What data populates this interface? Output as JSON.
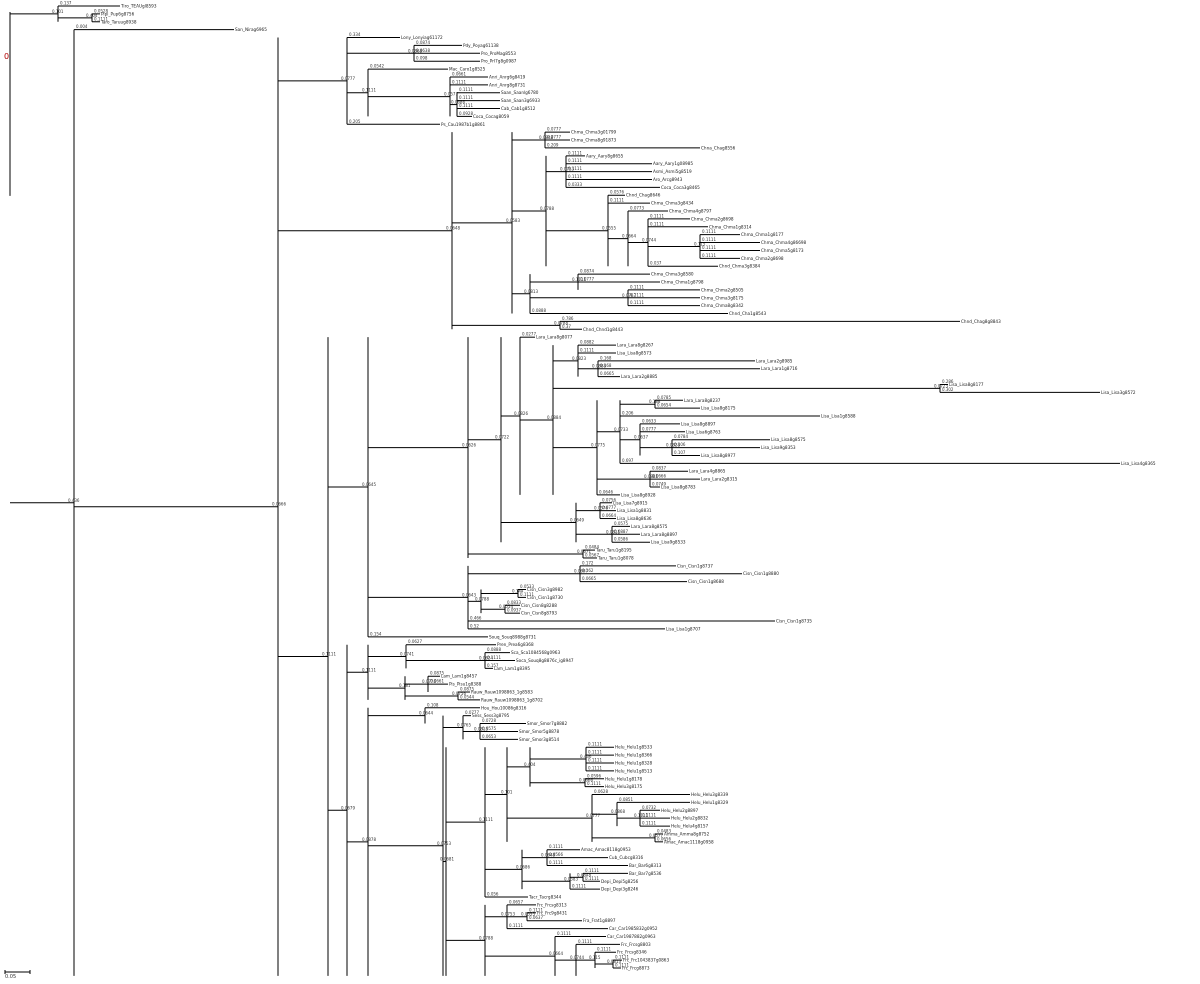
{
  "scale_bar": {
    "label": "0.05"
  },
  "root_marker": {
    "label": "0"
  },
  "leaves": [
    {
      "name": "Tiro_TEAUgl8593",
      "support": "0.137"
    },
    {
      "name": "Pipi_Pup6g8756",
      "support": "0.0528"
    },
    {
      "name": "Taro_Taruug8938",
      "support": "0.1111"
    },
    {
      "name": "San_Nirag6965",
      "support": "0.004"
    },
    {
      "name": "Lony_Lonyiag61172",
      "support": "0.334"
    },
    {
      "name": "Pdy_Poyag61138",
      "support": "0.0874"
    },
    {
      "name": "Pro_ProMag8553",
      "support": "0.0638"
    },
    {
      "name": "Pro_PrI7g8g0987",
      "support": "0.098"
    },
    {
      "name": "Mac_Caro1g8525",
      "support": "0.0542"
    },
    {
      "name": "Anri_Anrg6g8419",
      "support": "0.0661"
    },
    {
      "name": "Anri_Anrg8g8731",
      "support": "0.1111"
    },
    {
      "name": "Saan_Saanlg6780",
      "support": "0.1111"
    },
    {
      "name": "Saan_Saan3g6933",
      "support": "0.1111"
    },
    {
      "name": "Cab_Cab1g8512",
      "support": "0.1111"
    },
    {
      "name": "Coca_Cocag8059",
      "support": "0.0928"
    },
    {
      "name": "Ps_Cau1987b1g8861",
      "support": "0.205"
    },
    {
      "name": "Chma_Chma3g01799",
      "support": "0.0777"
    },
    {
      "name": "Chma_Chma8g91873",
      "support": "0.0777"
    },
    {
      "name": "Chna_Chag8556",
      "support": "0.209"
    },
    {
      "name": "Aary_Aary8g8655",
      "support": "0.1111"
    },
    {
      "name": "Aary_Aary1g08985",
      "support": "0.1111"
    },
    {
      "name": "Asmi_Asmi5g8519",
      "support": "0.1111"
    },
    {
      "name": "Aro_Arcg8943",
      "support": "0.1111"
    },
    {
      "name": "Coca_Coca3g8465",
      "support": "0.0333"
    },
    {
      "name": "Chnd_Chag8646",
      "support": "0.0576"
    },
    {
      "name": "Chma_Chma3g8434",
      "support": "0.1111"
    },
    {
      "name": "Chma_Chma4g8797",
      "support": "0.0773"
    },
    {
      "name": "Chma_Chma2g8698",
      "support": "0.1111"
    },
    {
      "name": "Chma_Chma1g8314",
      "support": "0.1111"
    },
    {
      "name": "Chma_Chma1g8177",
      "support": "0.1111"
    },
    {
      "name": "Chma_Chma4g86698",
      "support": "0.1111"
    },
    {
      "name": "Chma_Chma5g8173",
      "support": "0.1111"
    },
    {
      "name": "Chma_Chma2g8698",
      "support": "0.1111"
    },
    {
      "name": "Chnd_Chma3g8384",
      "support": "0.037"
    },
    {
      "name": "Chma_Chma3g8580",
      "support": "0.0874"
    },
    {
      "name": "Chma_Chma1g8798",
      "support": "0.0777"
    },
    {
      "name": "Chma_Chma2g8505",
      "support": "0.1111"
    },
    {
      "name": "Chma_Chma3g8175",
      "support": "0.1111"
    },
    {
      "name": "Chma_Chma8g8342",
      "support": "0.1111"
    },
    {
      "name": "Chnd_Cha1g8543",
      "support": "0.0888"
    },
    {
      "name": "Chnd_Chag8g8843",
      "support": "0.786"
    },
    {
      "name": "Chnd_Chnd1g8443",
      "support": "0.37"
    },
    {
      "name": "Lara_Lara8g8077",
      "support": "0.0277"
    },
    {
      "name": "Lara_Lara8g8267",
      "support": "0.0882"
    },
    {
      "name": "Lisa_Lisa8g8573",
      "support": "0.1111"
    },
    {
      "name": "Lara_Lara2g8985",
      "support": "0.168"
    },
    {
      "name": "Lara_Lara1g8716",
      "support": "0.168"
    },
    {
      "name": "Lara_Lara2g8885",
      "support": "0.0665"
    },
    {
      "name": "Lisa_Lisa8g8177",
      "support": "0.286"
    },
    {
      "name": "Lisa_Lisa3g8572",
      "support": "0.302"
    },
    {
      "name": "Lara_Lara8g8237",
      "support": "0.0785"
    },
    {
      "name": "Lisa_Lisa8g8175",
      "support": "0.0654"
    },
    {
      "name": "Lisa_Lisa1g8588",
      "support": "0.206"
    },
    {
      "name": "Lisa_Lisa8g8897",
      "support": "0.0633"
    },
    {
      "name": "Lisa_Lisa6g8763",
      "support": "0.0777"
    },
    {
      "name": "Lisa_Lisa8g8575",
      "support": "0.0784"
    },
    {
      "name": "Lisa_Lisa9g8353",
      "support": "0.106"
    },
    {
      "name": "Lisa_Lisa8g8977",
      "support": "0.107"
    },
    {
      "name": "Lisa_Lisa4g8365",
      "support": "0.697"
    },
    {
      "name": "Lara_Lara4g8865",
      "support": "0.0837"
    },
    {
      "name": "Lara_Lara2g8315",
      "support": "0.0666"
    },
    {
      "name": "Lisa_Lisa8g8783",
      "support": "0.0749"
    },
    {
      "name": "Lisa_Lisa8g8928",
      "support": "0.0646"
    },
    {
      "name": "Lisa_Lisa7g8915",
      "support": "0.0756"
    },
    {
      "name": "Lisa_Lisa1g8831",
      "support": "0.0777"
    },
    {
      "name": "Lisa_Lisa8g8636",
      "support": "0.0664"
    },
    {
      "name": "Lara_Lara8g8575",
      "support": "0.0575"
    },
    {
      "name": "Lara_Lara8g8897",
      "support": "0.0887"
    },
    {
      "name": "Lisa_Lisa9g8533",
      "support": "0.0586"
    },
    {
      "name": "Taru_Taru1g8195",
      "support": "0.0484"
    },
    {
      "name": "Taru_Taru1g8078",
      "support": "0.0567"
    },
    {
      "name": "Cisn_Cisn1g8737",
      "support": "0.172"
    },
    {
      "name": "Cisn_Cisn1g8880",
      "support": "0.162"
    },
    {
      "name": "Cisn_Cisn1g8688",
      "support": "0.0665"
    },
    {
      "name": "Cisn_Cisn3g8982",
      "support": "0.0533"
    },
    {
      "name": "Cisn_Cisn1g8730",
      "support": "0.1111"
    },
    {
      "name": "Cisn_Cisn8g8288",
      "support": "0.0833"
    },
    {
      "name": "Cisn_Cisn8g8793",
      "support": "0.0937"
    },
    {
      "name": "Cisn_Cisn1g8735",
      "support": "0.466"
    },
    {
      "name": "Lisa_Lisa1g8707",
      "support": "0.52"
    },
    {
      "name": "Souq_Souq8988g8731",
      "support": "0.154"
    },
    {
      "name": "Pren_Prea6g8368",
      "support": "0.0627"
    },
    {
      "name": "Sca_Sca1084568g0963",
      "support": "0.0888"
    },
    {
      "name": "Soca_Souq8g8876c_ig8947",
      "support": "0.1111"
    },
    {
      "name": "Lam_Lam1g8395",
      "support": "0.157"
    },
    {
      "name": "Lam_Lam1g8457",
      "support": "0.0875"
    },
    {
      "name": "Pis_Pisu1g8388",
      "support": "0.0661"
    },
    {
      "name": "Rauw_Rauw1098863_1g8583",
      "support": "0.0875"
    },
    {
      "name": "Rauw_Rauw1098863_1g8702",
      "support": "0.0544"
    },
    {
      "name": "Hou_Hou10086g8316",
      "support": "0.108"
    },
    {
      "name": "Sess_Sess3g8795",
      "support": "0.0777"
    },
    {
      "name": "Smor_Smor7g8882",
      "support": "0.0728"
    },
    {
      "name": "Smor_Smor5g8878",
      "support": "0.0575"
    },
    {
      "name": "Smor_Smor3g8514",
      "support": "0.0653"
    },
    {
      "name": "Helu_Helu1g8533",
      "support": "0.1111"
    },
    {
      "name": "Helu_Helu1g8366",
      "support": "0.1111"
    },
    {
      "name": "Helu_Helu1g8328",
      "support": "0.1111"
    },
    {
      "name": "Helu_Helu1g8513",
      "support": "0.1111"
    },
    {
      "name": "Helu_Helu1g8178",
      "support": "0.0596"
    },
    {
      "name": "Helu_Helu3g8175",
      "support": "0.1111"
    },
    {
      "name": "Helu_Helu3g8339",
      "support": "0.0628"
    },
    {
      "name": "Helu_Helu1g8329",
      "support": "0.0851"
    },
    {
      "name": "Helu_Helu2g8897",
      "support": "0.0732"
    },
    {
      "name": "Helu_Helu2g8832",
      "support": "0.1111"
    },
    {
      "name": "Helu_Helu4g8157",
      "support": "0.1111"
    },
    {
      "name": "Amma_Amma8g8752",
      "support": "0.0483"
    },
    {
      "name": "Amac_Amac1118g0958",
      "support": "0.0656"
    },
    {
      "name": "Amac_Amac8118g0953",
      "support": "0.1111"
    },
    {
      "name": "Cub_Cubcg8316",
      "support": "0.0566"
    },
    {
      "name": "Bar_Bar6g8313",
      "support": "0.1111"
    },
    {
      "name": "Bar_Bar7g8536",
      "support": "0.1111"
    },
    {
      "name": "Depi_Depi5g8256",
      "support": "0.1111"
    },
    {
      "name": "Depi_Depi3g8246",
      "support": "0.1111"
    },
    {
      "name": "Tacr_Tacrg8344",
      "support": "0.056"
    },
    {
      "name": "Frc_Frcsg8313",
      "support": "0.0657"
    },
    {
      "name": "Frc_Frc9g8431",
      "support": "0.1111"
    },
    {
      "name": "Fra_Frat1g8897",
      "support": "0.0637"
    },
    {
      "name": "Car_Car1985832g0952",
      "support": "0.1111"
    },
    {
      "name": "Car_Car1987882g0963",
      "support": "0.1111"
    },
    {
      "name": "Frc_Frcsg8803",
      "support": "0.1111"
    },
    {
      "name": "Frc_Frcsg8346",
      "support": "0.1111"
    },
    {
      "name": "Frc_Frc1043837g0863",
      "support": "0.1111"
    },
    {
      "name": "Frc_Frcg8873",
      "support": "0.1111"
    }
  ],
  "internal_supports": [
    "0.101",
    "0.404",
    "0.436",
    "0.0666",
    "0.0777",
    "0.0868",
    "0.1111",
    "0.0577",
    "0.0686",
    "0.0648",
    "0.0583",
    "0.0848",
    "0.0788",
    "0.0753",
    "0.0555",
    "0.0664",
    "0.0744",
    "0.115",
    "0.0813",
    "0.1111",
    "0.0767",
    "0.0788",
    "0.1111",
    "0.0645",
    "0.0626",
    "0.0722",
    "0.0826",
    "0.0884",
    "0.0823",
    "0.0888",
    "0.0723",
    "0.0775",
    "0.0733",
    "0.188",
    "0.0637",
    "0.0828",
    "0.0881",
    "0.0649",
    "0.0576",
    "0.0811",
    "0.0671",
    "0.0643",
    "0.0697",
    "0.0788",
    "0.144",
    "0.0554",
    "0.0679",
    "0.1111",
    "0.0741",
    "0.0624",
    "0.181",
    "0.0776",
    "0.0756",
    "0.0878",
    "0.0644",
    "0.0753",
    "0.0765",
    "0.0815",
    "0.0681",
    "0.1111"
  ]
}
